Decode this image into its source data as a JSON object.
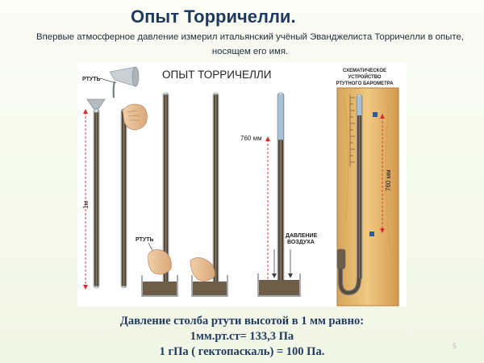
{
  "slide": {
    "title": "Опыт Торричелли.",
    "subtitle": "Впервые атмосферное давление измерил итальянский учёный Эванджелиста Торричелли в опыте, носящем его имя.",
    "page_number": "5"
  },
  "figure": {
    "heading": "ОПЫТ ТОРРИЧЕЛЛИ",
    "label_mercury_top": "РТУТЬ",
    "label_1m": "1м",
    "label_mercury_bottom": "РТУТЬ",
    "label_760": "760 мм",
    "label_air_pressure_1": "ДАВЛЕНИЕ",
    "label_air_pressure_2": "ВОЗДУХА",
    "barometer_caption_1": "СХЕМАТИЧЕСКОЕ",
    "barometer_caption_2": "УСТРОЙСТВО",
    "barometer_caption_3": "РТУТНОГО БАРОМЕТРА",
    "barometer_scale_label": "760 мм"
  },
  "footer": {
    "line1": "Давление столба ртути высотой в 1 мм равно:",
    "line2": "1мм.рт.ст= 133,3 Па",
    "line3": "1 гПа ( гектопаскаль) = 100 Па."
  }
}
